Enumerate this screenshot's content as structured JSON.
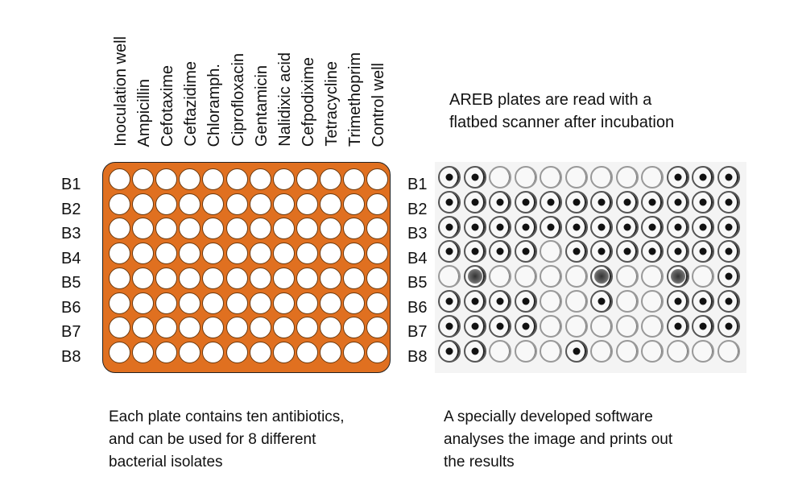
{
  "columns": [
    "Inoculation well",
    "Ampicillin",
    "Cefotaxime",
    "Ceftazidime",
    "Chloramph.",
    "Ciprofloxacin",
    "Gentamicin",
    "Nalidixic acid",
    "Cefpodixime",
    "Tetracycline",
    "Trimethoprim",
    "Control well"
  ],
  "rows": [
    "B1",
    "B2",
    "B3",
    "B4",
    "B5",
    "B6",
    "B7",
    "B8"
  ],
  "scan_caption": {
    "line1": "AREB plates are read with a",
    "line2": "flatbed scanner  after  incubation"
  },
  "left_caption": {
    "line1": "Each plate contains ten antibiotics,",
    "line2": "and can be used for 8 different",
    "line3": "bacterial isolates"
  },
  "right_caption": {
    "line1": "A specially developed software",
    "line2": "analyses the image and prints out",
    "line3": "the results"
  },
  "colors": {
    "plate_orange": "#e07020",
    "well_white": "#ffffff",
    "scan_background": "#f4f4f4"
  },
  "scan_growth": [
    [
      1,
      1,
      0,
      0,
      0,
      0,
      0,
      0,
      0,
      1,
      1,
      1
    ],
    [
      1,
      1,
      1,
      1,
      1,
      1,
      1,
      1,
      1,
      1,
      1,
      1
    ],
    [
      1,
      1,
      1,
      1,
      1,
      1,
      1,
      1,
      1,
      1,
      1,
      1
    ],
    [
      1,
      1,
      1,
      1,
      0,
      1,
      1,
      1,
      1,
      1,
      1,
      1
    ],
    [
      0,
      2,
      0,
      0,
      0,
      0,
      2,
      0,
      0,
      2,
      0,
      1
    ],
    [
      1,
      1,
      1,
      1,
      0,
      0,
      1,
      0,
      0,
      1,
      1,
      1
    ],
    [
      1,
      1,
      1,
      1,
      0,
      0,
      0,
      0,
      0,
      1,
      1,
      1
    ],
    [
      1,
      1,
      0,
      0,
      0,
      1,
      0,
      0,
      0,
      0,
      0,
      0
    ]
  ]
}
